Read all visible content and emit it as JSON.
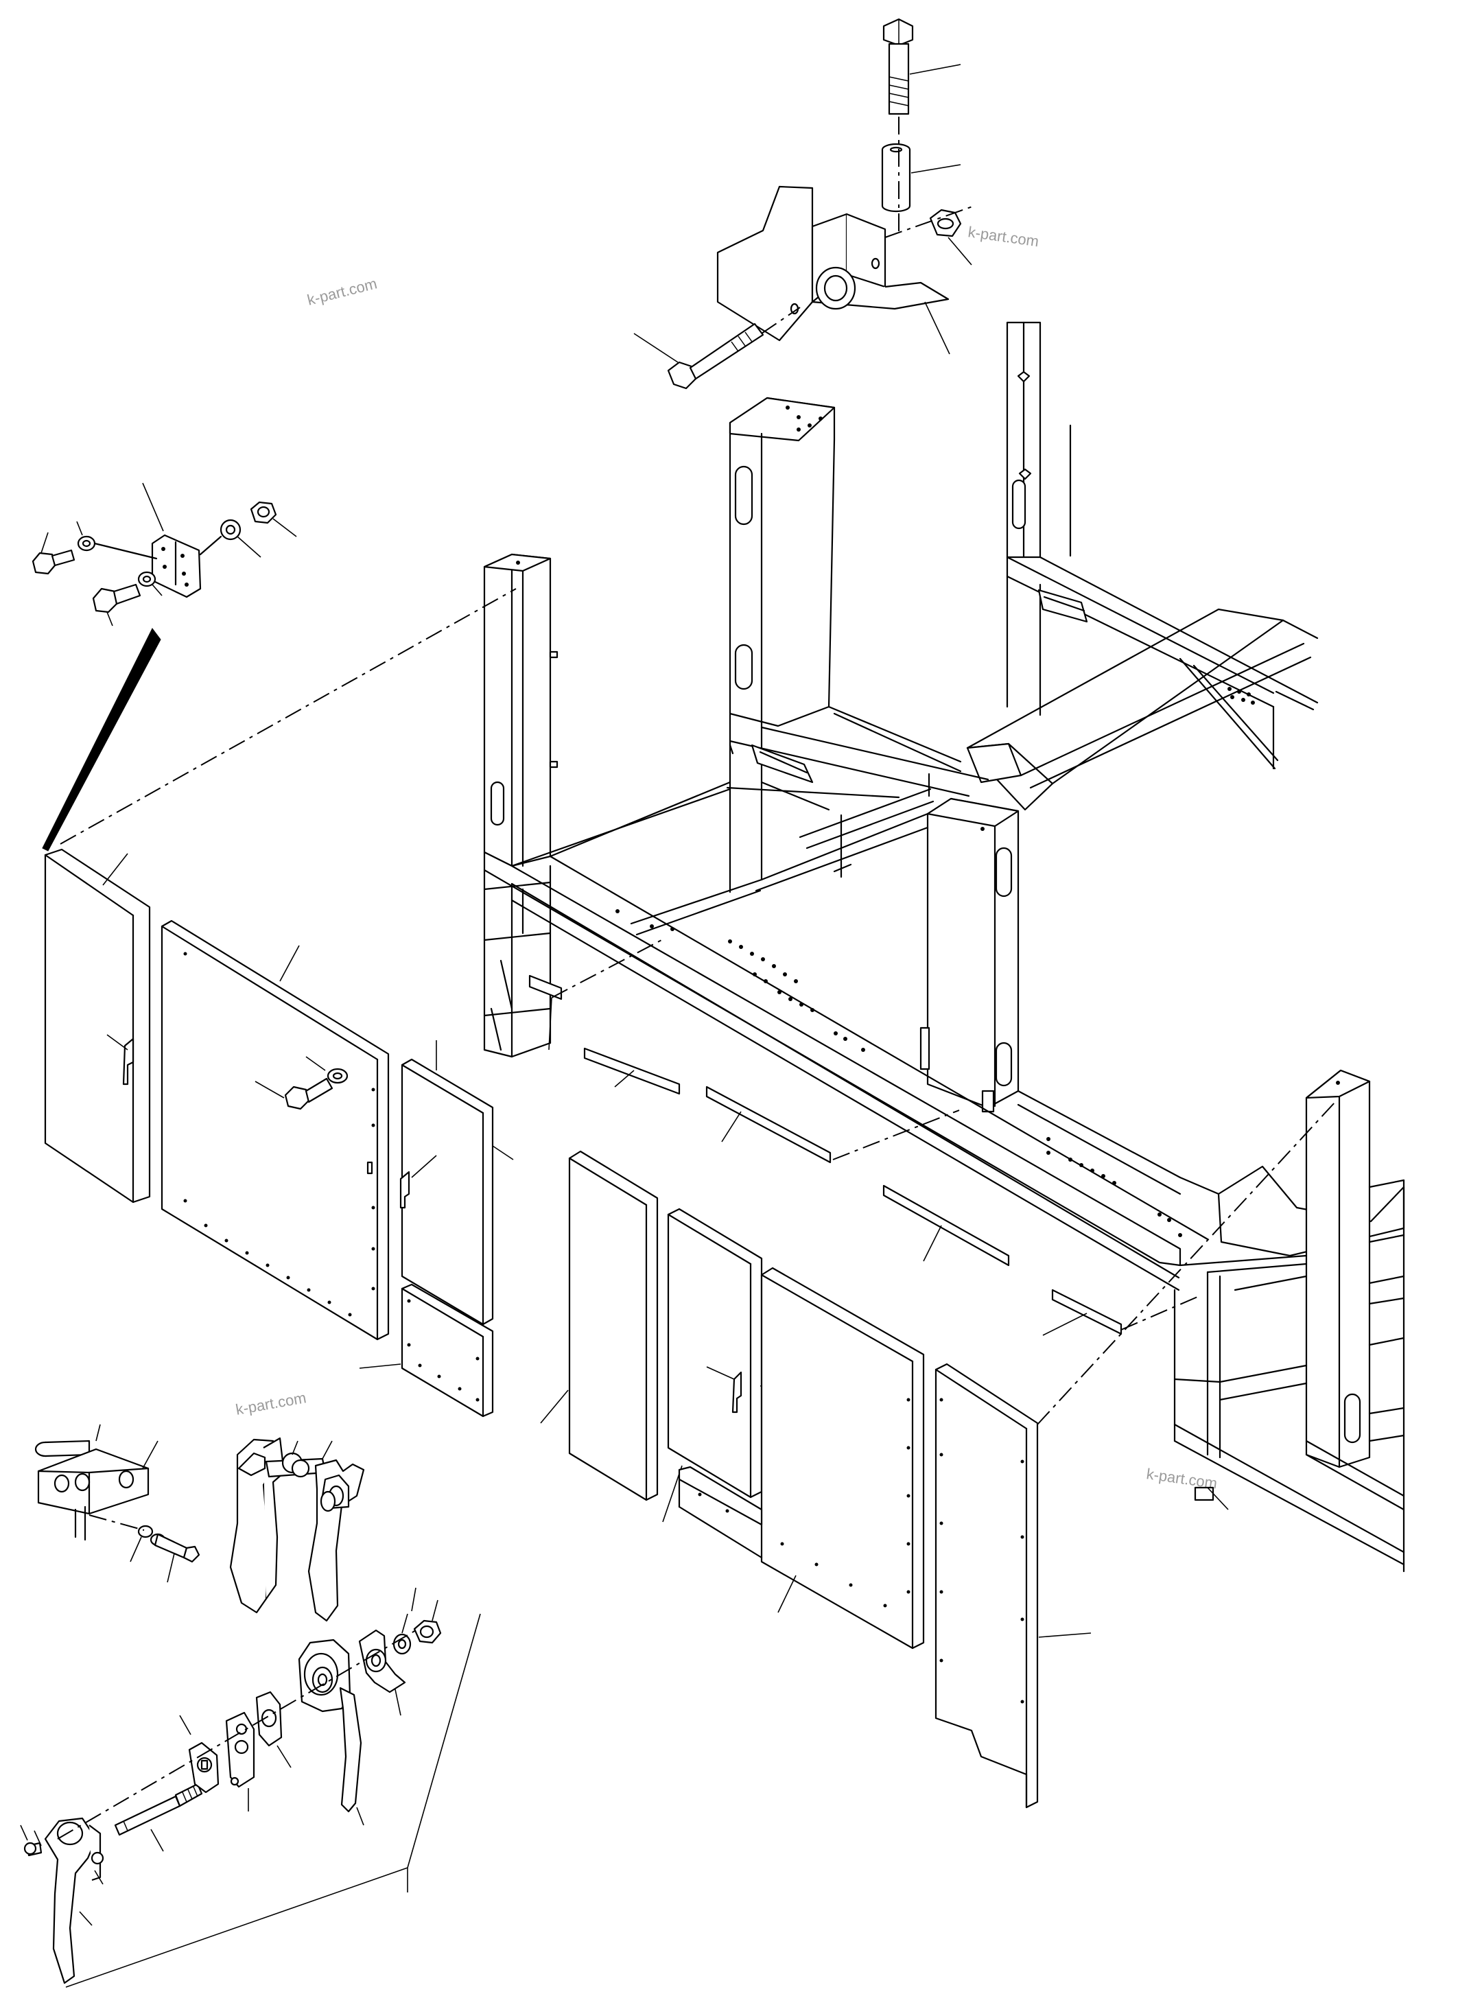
{
  "diagram": {
    "watermarks": [
      "k-part.com",
      "k-part.com",
      "k-part.com",
      "k-part.com"
    ]
  }
}
